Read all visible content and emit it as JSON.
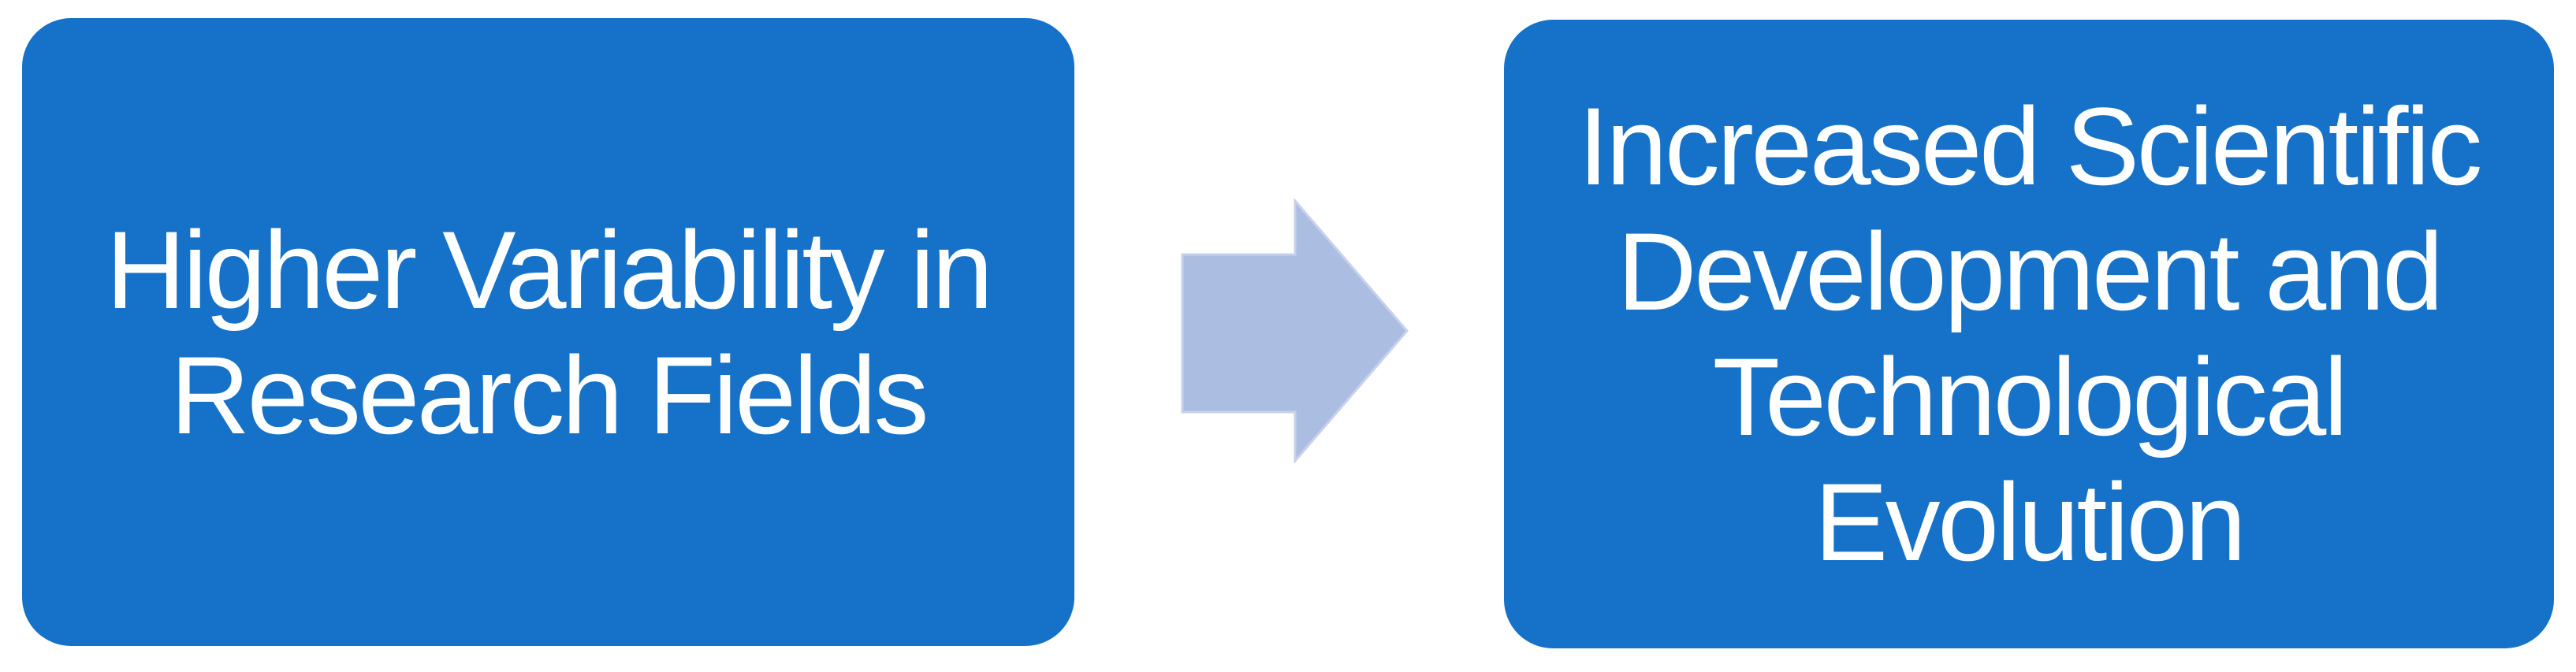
{
  "diagram": {
    "type": "process-flow",
    "background_color": "#FFFFFF",
    "boxes": [
      {
        "role": "cause",
        "label": "Higher Variability in\nResearch Fields",
        "fill_color": "#1672C8",
        "text_color": "#FFFFFF"
      },
      {
        "role": "effect",
        "label": "Increased Scientific\nDevelopment and\nTechnological\nEvolution",
        "fill_color": "#1672C8",
        "text_color": "#FFFFFF"
      }
    ],
    "connector": {
      "icon": "right-arrow-icon",
      "direction": "right",
      "fill_color": "#ACBDE2",
      "edge_color": "#C7D1EB"
    }
  }
}
